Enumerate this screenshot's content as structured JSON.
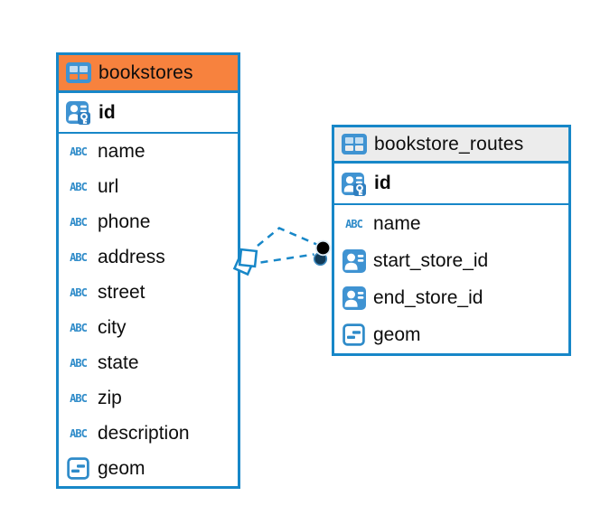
{
  "diagram": {
    "background": "#ffffff",
    "accent_color": "#1787C8",
    "relationship": {
      "from_table": "bookstores",
      "to_table": "bookstore_routes",
      "style": "dashed",
      "line_count": 2,
      "color": "#1787C8"
    }
  },
  "icons": {
    "text_label": "ABC"
  },
  "tables": [
    {
      "name": "bookstores",
      "header_color": "#F7823E",
      "primary_key": "id",
      "columns": [
        {
          "name": "name",
          "type": "text"
        },
        {
          "name": "url",
          "type": "text"
        },
        {
          "name": "phone",
          "type": "text"
        },
        {
          "name": "address",
          "type": "text"
        },
        {
          "name": "street",
          "type": "text"
        },
        {
          "name": "city",
          "type": "text"
        },
        {
          "name": "state",
          "type": "text"
        },
        {
          "name": "zip",
          "type": "text"
        },
        {
          "name": "description",
          "type": "text"
        },
        {
          "name": "geom",
          "type": "geometry"
        }
      ]
    },
    {
      "name": "bookstore_routes",
      "header_color": "#ECECEC",
      "primary_key": "id",
      "columns": [
        {
          "name": "name",
          "type": "text"
        },
        {
          "name": "start_store_id",
          "type": "foreign-key"
        },
        {
          "name": "end_store_id",
          "type": "foreign-key"
        },
        {
          "name": "geom",
          "type": "geometry"
        }
      ]
    }
  ]
}
